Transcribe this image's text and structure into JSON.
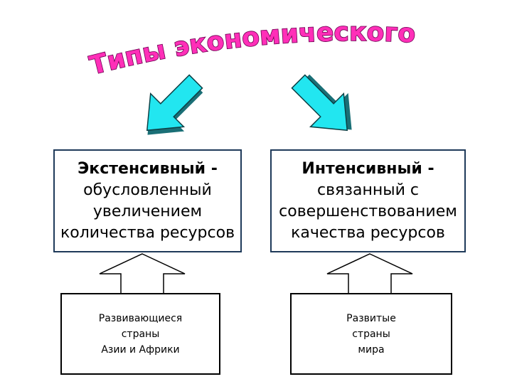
{
  "title": "Типы экономического роста",
  "colors": {
    "title_fill": "#ff2fb8",
    "title_outline": "#6a0050",
    "arrow_fill": "#22e6f0",
    "arrow_shade": "#1a6f76",
    "up_arrow_fill": "#ffffff",
    "box_border": "#1f3a5a"
  },
  "types": [
    {
      "heading": "Экстенсивный -",
      "lines": [
        "обусловленный",
        "увеличением",
        "количества ресурсов"
      ]
    },
    {
      "heading": "Интенсивный -",
      "lines": [
        "связанный с",
        "совершенствованием",
        "качества ресурсов"
      ]
    }
  ],
  "examples": [
    {
      "lines": [
        "Развивающиеся",
        "страны",
        "Азии и Африки"
      ]
    },
    {
      "lines": [
        "Развитые",
        "страны",
        "мира"
      ]
    }
  ]
}
